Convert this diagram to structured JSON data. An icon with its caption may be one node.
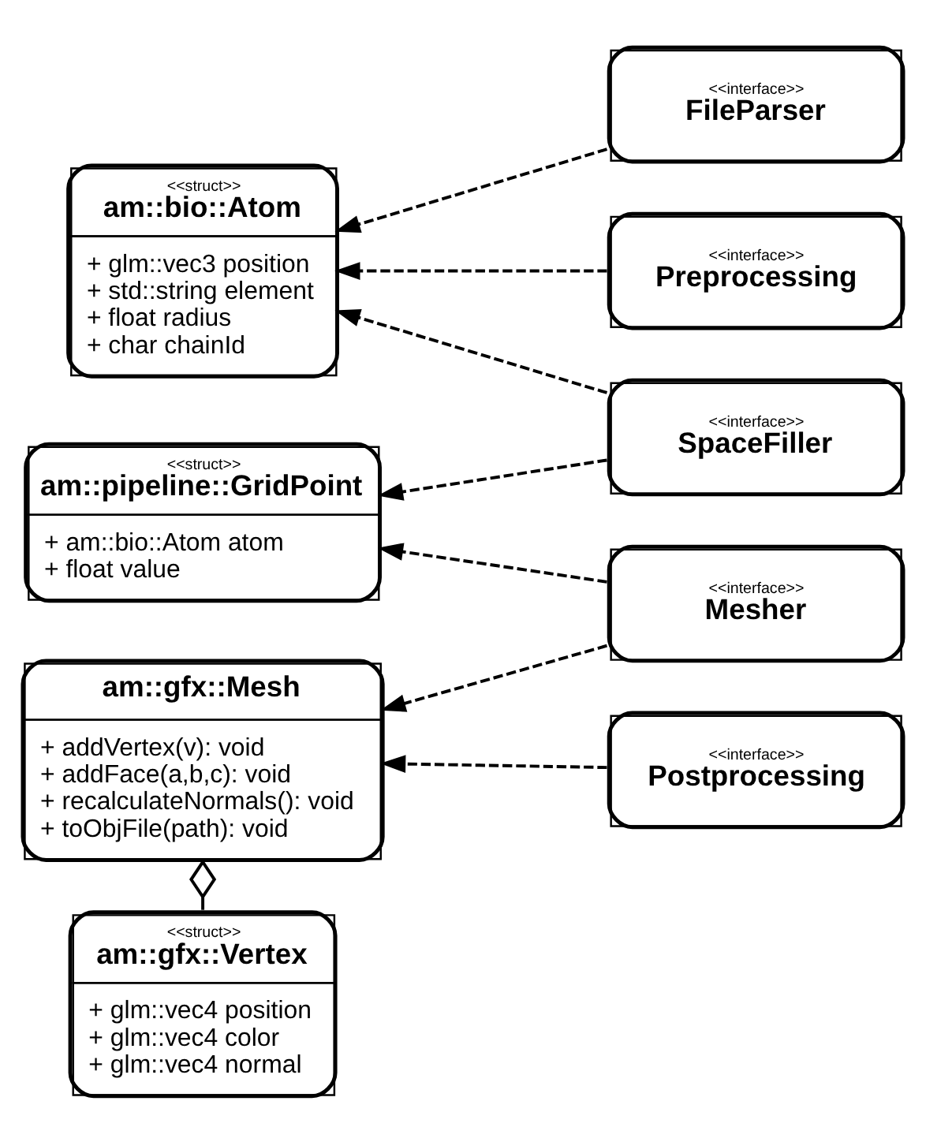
{
  "diagram": {
    "nodes": [
      {
        "text": [
          "<<struct>>",
          "am::bio::Atom",
          "+ glm::vec3 position",
          "+ std::string element",
          "+ float radius",
          "+ char chainId"
        ]
      },
      {
        "text": [
          "<<struct>>",
          "am::pipeline::GridPoint",
          "+ am::bio::Atom atom",
          "+ float value"
        ]
      },
      {
        "text": [
          "am::gfx::Mesh",
          "+ addVertex(v): void",
          "+ addFace(a,b,c): void",
          "+ recalculateNormals(): void",
          "+ toObjFile(path): void"
        ]
      },
      {
        "text": [
          "<<struct>>",
          "am::gfx::Vertex",
          "+ glm::vec4 position",
          "+ glm::vec4 color",
          "+ glm::vec4 normal"
        ]
      },
      {
        "text": [
          "<<interface>>",
          "FileParser"
        ]
      },
      {
        "text": [
          "<<interface>>",
          "Preprocessing"
        ]
      },
      {
        "text": [
          "<<interface>>",
          "SpaceFiller"
        ]
      },
      {
        "text": [
          "<<interface>>",
          "Mesher"
        ]
      },
      {
        "text": [
          "<<interface>>",
          "Postprocessing"
        ]
      }
    ],
    "edges": [
      {
        "from": 4,
        "to": 0,
        "arrow": "to",
        "style": "dashed"
      },
      {
        "from": 5,
        "to": 0,
        "arrow": "to",
        "style": "dashed"
      },
      {
        "from": 6,
        "to": 0,
        "arrow": "to",
        "style": "dashed"
      },
      {
        "from": 6,
        "to": 1,
        "arrow": "to",
        "style": "dashed"
      },
      {
        "from": 7,
        "to": 1,
        "arrow": "to",
        "style": "dashed"
      },
      {
        "from": 7,
        "to": 2,
        "arrow": "to",
        "style": "dashed"
      },
      {
        "from": 8,
        "to": 2,
        "arrow": "to",
        "style": "dashed"
      },
      {
        "from": 2,
        "to": 3,
        "arrow": "other"
      }
    ]
  }
}
